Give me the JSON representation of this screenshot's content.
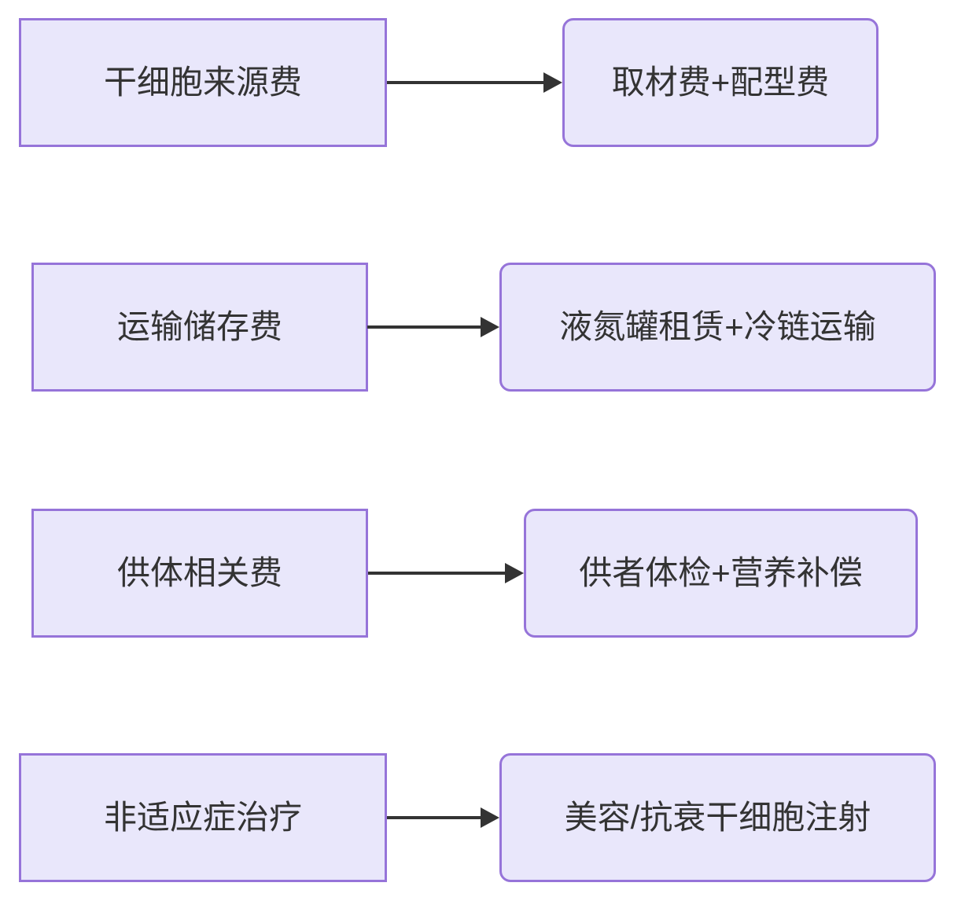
{
  "diagram": {
    "type": "flowchart-left-to-right",
    "description": "Cost breakdown flowchart: four source cost categories each pointing to their component fees",
    "rows": [
      {
        "source": "干细胞来源费",
        "target": "取材费+配型费"
      },
      {
        "source": "运输储存费",
        "target": "液氮罐租赁+冷链运输"
      },
      {
        "source": "供体相关费",
        "target": "供者体检+营养补偿"
      },
      {
        "source": "非适应症治疗",
        "target": "美容/抗衰干细胞注射"
      }
    ],
    "colors": {
      "node_fill": "#E9E7FB",
      "node_border": "#9674D9",
      "arrow": "#333333",
      "text": "#333333"
    }
  }
}
